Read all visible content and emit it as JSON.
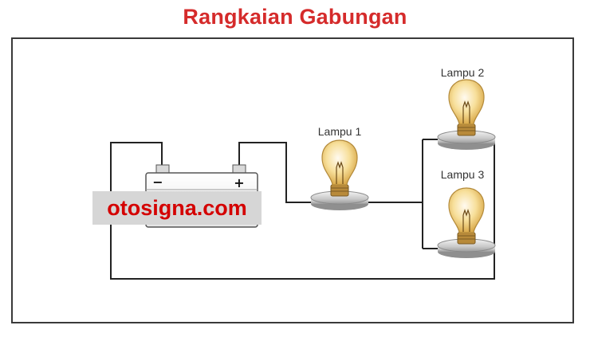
{
  "title": "Rangkaian Gabungan",
  "battery": {
    "minus_label": "−",
    "plus_label": "+"
  },
  "lamps": [
    {
      "id": "lampu-1",
      "label": "Lampu 1"
    },
    {
      "id": "lampu-2",
      "label": "Lampu 2"
    },
    {
      "id": "lampu-3",
      "label": "Lampu 3"
    }
  ],
  "watermark": "otosigna.com",
  "colors": {
    "title": "#d52b2b",
    "watermark_text": "#d40000",
    "watermark_bg": "#d6d6d6",
    "wire": "#222222",
    "bulb_glass": "#f2d27a",
    "base": "#bfbfbf"
  }
}
